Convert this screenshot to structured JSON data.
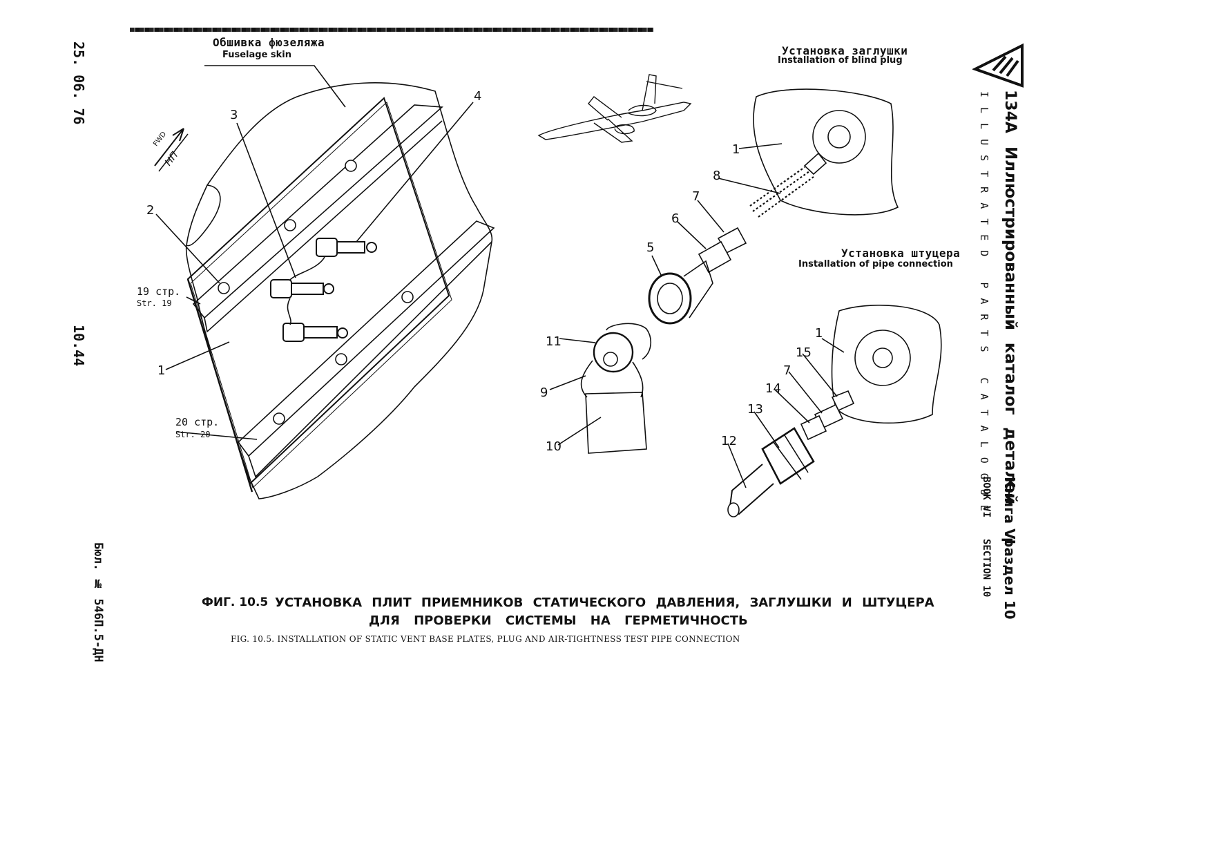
{
  "margin_left": {
    "date": "25. 06. 76",
    "page": "10.44",
    "bulletin": "Бюл. № 546П.5-ДН"
  },
  "header_right": {
    "model": "134А",
    "title_ru": "Иллюстрированный каталог деталей",
    "title_en": "ILLUSTRATED PARTS CATALOGUE",
    "book_ru": "Книга VI",
    "section_ru": "раздел 10",
    "book_en": "BOOK VI",
    "section_en": "SECTION 10"
  },
  "labels": {
    "fuselage_ru": "Обшивка фюзеляжа",
    "fuselage_en": "Fuselage skin",
    "blind_plug_ru": "Установка заглушки",
    "blind_plug_en": "Installation of blind plug",
    "pipe_ru": "Установка штуцера",
    "pipe_en": "Installation of pipe connection",
    "str19_ru": "19 стр.",
    "str19_en": "Str. 19",
    "str20_ru": "20 стр.",
    "str20_en": "Str. 20",
    "fwd_en": "FWD",
    "fwd_ru": "НП"
  },
  "callouts": [
    "1",
    "2",
    "3",
    "4",
    "5",
    "6",
    "7",
    "8",
    "9",
    "10",
    "11",
    "12",
    "13",
    "14",
    "15"
  ],
  "caption": {
    "fig_no": "ФИГ. 10.5",
    "line1": "УСТАНОВКА ПЛИТ ПРИЕМНИКОВ СТАТИЧЕСКОГО ДАВЛЕНИЯ, ЗАГЛУШКИ И ШТУЦЕРА",
    "line2": "ДЛЯ ПРОВЕРКИ СИСТЕМЫ НА ГЕРМЕТИЧНОСТЬ",
    "en": "FIG. 10.5. INSTALLATION OF STATIC VENT BASE PLATES, PLUG AND AIR-TIGHTNESS TEST PIPE CONNECTION"
  }
}
